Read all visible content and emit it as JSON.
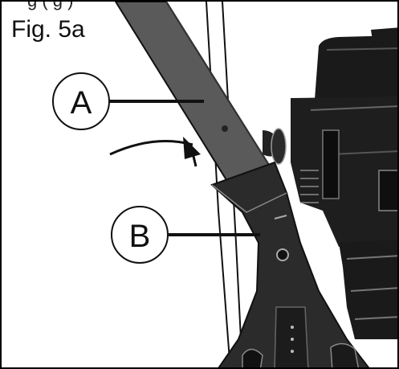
{
  "figure": {
    "label": "Fig. 5a",
    "top_caption": "g                    (       g   )"
  },
  "callouts": [
    {
      "letter": "A"
    },
    {
      "letter": "B"
    }
  ],
  "colors": {
    "ink": "#111111",
    "handle_gray": "#5a5a5a",
    "bracket_dark": "#2b2b2b",
    "engine_dark": "#1a1a1a",
    "background": "#ffffff"
  }
}
